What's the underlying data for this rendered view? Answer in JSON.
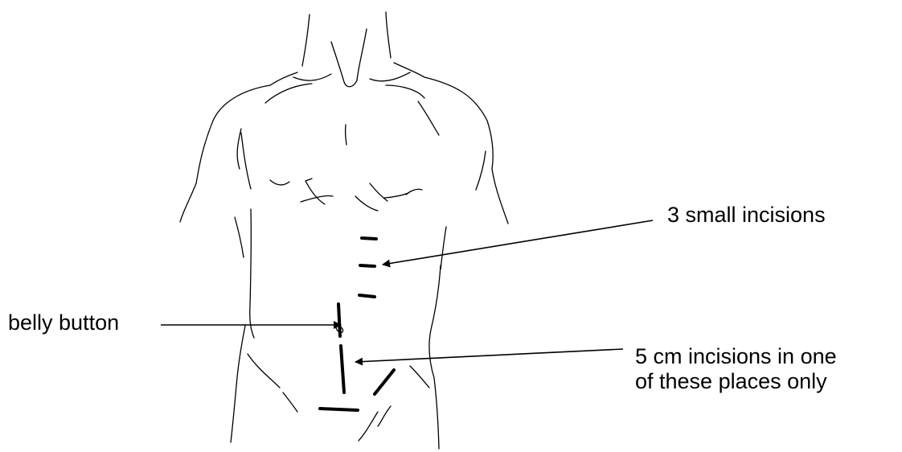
{
  "labels": {
    "small_incisions": "3 small incisions",
    "belly_button": "belly button",
    "cm_line1": "5 cm incisions in one",
    "cm_line2": "of these places only"
  },
  "colors": {
    "ink": "#000000",
    "background": "#ffffff"
  }
}
